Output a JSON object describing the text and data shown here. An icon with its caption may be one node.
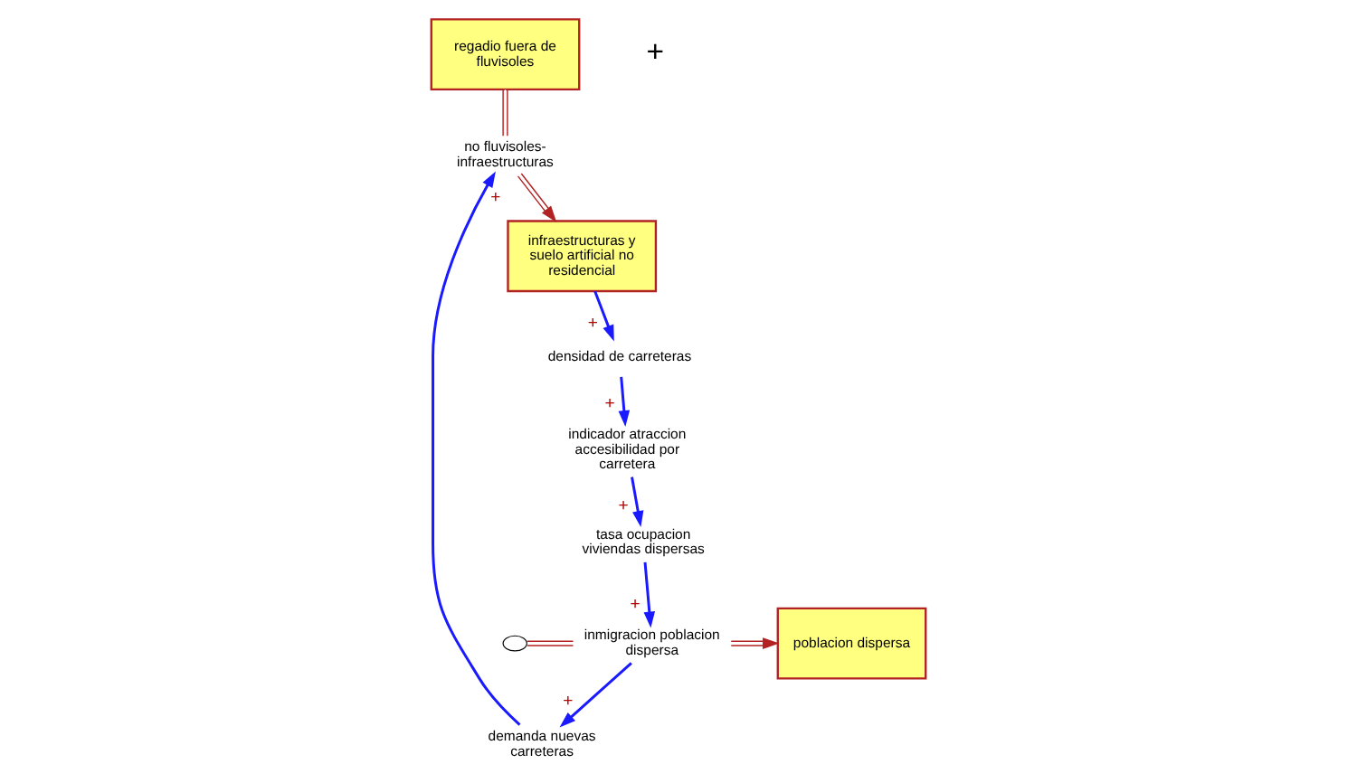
{
  "diagram": {
    "nodes": [
      {
        "text": [
          "regadio fuera de fluvisoles"
        ]
      },
      {
        "text": [
          "demanda nuevas carreteras"
        ]
      },
      {
        "text": [
          "inmigracion poblacion dispersa"
        ]
      },
      {
        "text": [],
        "shape": "cloud"
      },
      {
        "text": [
          "poblacion dispersa"
        ]
      },
      {
        "text": [
          "no fluvisoles-infraestructuras"
        ]
      },
      {
        "text": [
          "infraestructuras y suelo artificial no residencial"
        ]
      },
      {
        "text": [
          "tasa ocupacion viviendas dispersas"
        ]
      },
      {
        "text": [
          "indicador atraccion accesibilidad por carretera"
        ]
      },
      {
        "text": [
          "densidad de carreteras"
        ]
      }
    ],
    "edges": [
      {
        "from": 0,
        "to": 5,
        "arrow": "none",
        "color": "#b22222"
      },
      {
        "from": 5,
        "to": 6,
        "arrow": "to",
        "color": "#b22222"
      },
      {
        "from": 3,
        "to": 2,
        "arrow": "none",
        "color": "#b22222"
      },
      {
        "from": 2,
        "to": 4,
        "arrow": "to",
        "color": "#b22222"
      },
      {
        "from": 6,
        "to": 9,
        "arrow": "to",
        "label": "+"
      },
      {
        "from": 9,
        "to": 8,
        "arrow": "to",
        "label": "+"
      },
      {
        "from": 8,
        "to": 7,
        "arrow": "to",
        "label": "+"
      },
      {
        "from": 7,
        "to": 2,
        "arrow": "to",
        "label": "+"
      },
      {
        "from": 2,
        "to": 1,
        "arrow": "to",
        "label": "+"
      },
      {
        "from": 1,
        "to": 5,
        "arrow": "to",
        "label": "+"
      }
    ],
    "labels": [
      "+"
    ]
  }
}
